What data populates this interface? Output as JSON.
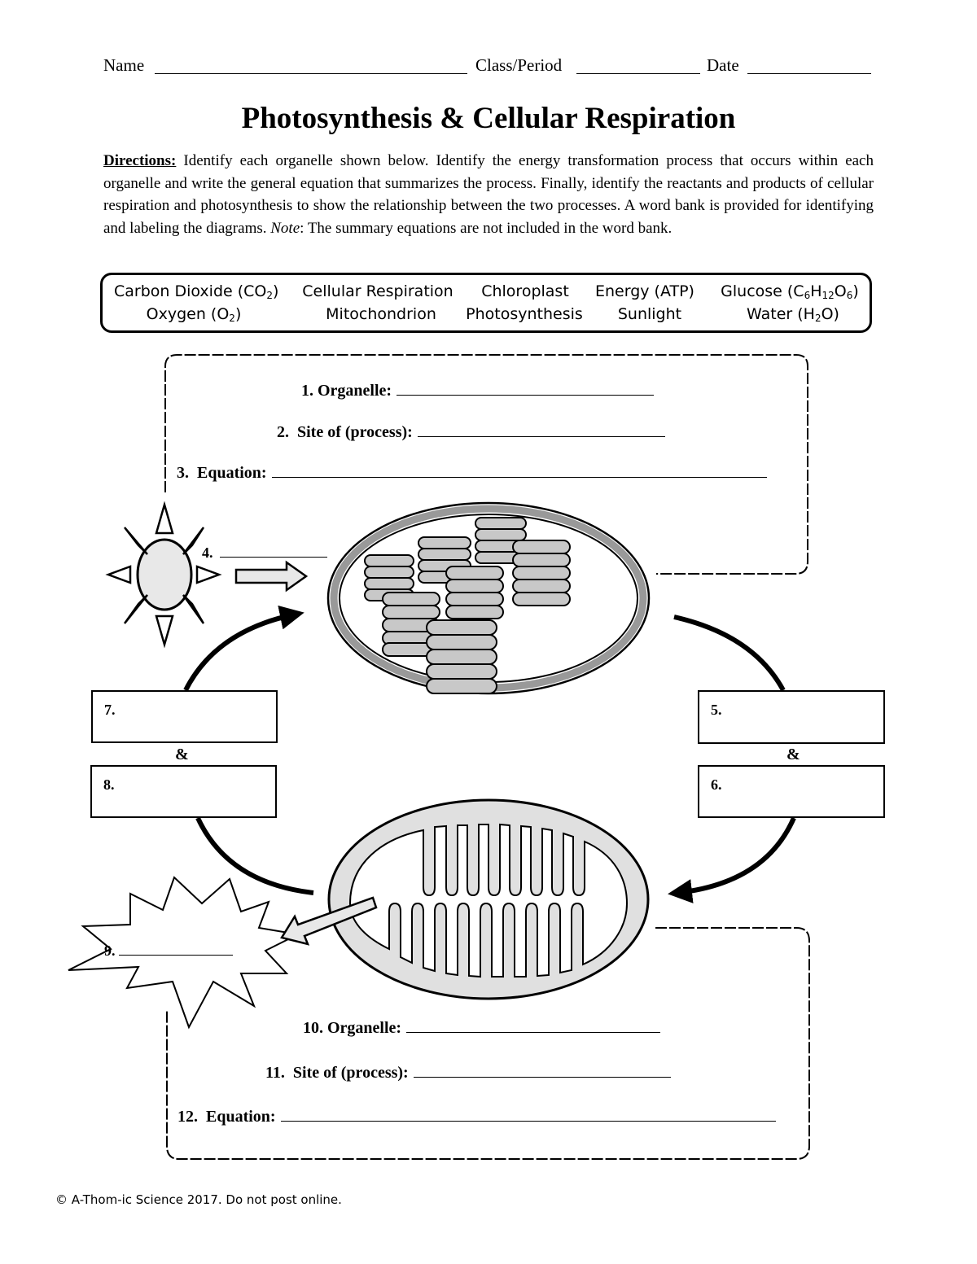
{
  "header": {
    "name_label": "Name",
    "class_label": "Class/Period",
    "date_label": "Date"
  },
  "title": "Photosynthesis & Cellular Respiration",
  "directions": {
    "label": "Directions:",
    "text": "Identify each organelle shown below. Identify the energy transformation process that occurs within each organelle and write the general equation that summarizes the process. Finally, identify the reactants and products of cellular respiration and photosynthesis to show the relationship between the two processes. A word bank is provided for identifying and labeling the diagrams.",
    "note_label": "Note",
    "note_text": ": The summary equations are not included in the word bank."
  },
  "word_bank": {
    "row1": [
      "Carbon Dioxide (CO",
      "Cellular Respiration",
      "Chloroplast",
      "Energy (ATP)",
      "Glucose (C"
    ],
    "row2": [
      "Oxygen (O",
      "Mitochondrion",
      "Photosynthesis",
      "Sunlight",
      "Water (H"
    ],
    "subscripts": {
      "co2": "2",
      "co2_close": ")",
      "o2": "2",
      "o2_close": ")",
      "c6": "6",
      "h": "H",
      "h12": "12",
      "o": "O",
      "o6": "6",
      "glucose_close": ")",
      "h2": "2",
      "water_tail": "O)"
    }
  },
  "top_section": {
    "q1": "1. Organelle:",
    "q2": "2.  Site of (process):",
    "q3": "3.  Equation:"
  },
  "labels": {
    "q4": "4.",
    "q5": "5.",
    "q6": "6.",
    "q7": "7.",
    "q8": "8.",
    "q9": "9.",
    "amp_left": "&",
    "amp_right": "&"
  },
  "bottom_section": {
    "q10": "10. Organelle:",
    "q11": "11.  Site of (process):",
    "q12": "12.  Equation:"
  },
  "footer": "© A-Thom-ic Science 2017.  Do not post online."
}
